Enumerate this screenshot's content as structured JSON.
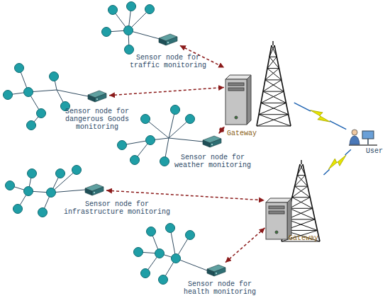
{
  "diagram": {
    "nodes": [
      {
        "text": [
          "Sensor node for traffic monitoring"
        ]
      },
      {
        "text": [
          "Sensor node for dangerous Goods monitoring"
        ]
      },
      {
        "text": [
          "Gateway"
        ]
      },
      {
        "text": [
          "Sensor node for weather monitoring"
        ]
      },
      {
        "text": [
          "User"
        ]
      },
      {
        "text": [
          "Sensor node for infrastructure monitoring"
        ]
      },
      {
        "text": [
          "Gateway"
        ]
      },
      {
        "text": [
          "Sensor node for health monitoring"
        ]
      }
    ],
    "edges": [
      {
        "from": 0,
        "to": 2,
        "arrow": "both"
      },
      {
        "from": 1,
        "to": 2,
        "arrow": "both"
      },
      {
        "from": 3,
        "to": 2,
        "arrow": "both"
      },
      {
        "from": 2,
        "to": 4,
        "arrow": "none"
      },
      {
        "from": 5,
        "to": 6,
        "arrow": "both"
      },
      {
        "from": 7,
        "to": 6,
        "arrow": "both"
      },
      {
        "from": 6,
        "to": 4,
        "arrow": "none"
      }
    ]
  }
}
